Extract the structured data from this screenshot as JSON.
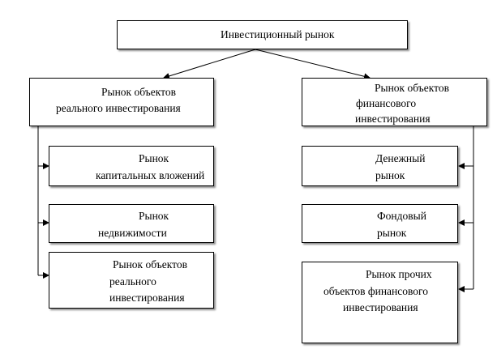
{
  "root": {
    "label": "Инвестиционный рынок"
  },
  "left": {
    "header": {
      "lines": [
        "Рынок объектов",
        "реального инвестирования"
      ]
    },
    "children": [
      {
        "lines": [
          "Рынок",
          "капитальных вложений"
        ]
      },
      {
        "lines": [
          "Рынок",
          "недвижимости"
        ]
      },
      {
        "lines": [
          "Рынок объектов",
          "реального",
          "инвестирования"
        ]
      }
    ]
  },
  "right": {
    "header": {
      "lines": [
        "Рынок объектов",
        "финансового",
        "инвестирования"
      ]
    },
    "children": [
      {
        "lines": [
          "Денежный",
          "рынок"
        ]
      },
      {
        "lines": [
          "Фондовый",
          "рынок"
        ]
      },
      {
        "lines": [
          "Рынок прочих",
          "объектов финансового",
          "инвестирования"
        ]
      }
    ]
  }
}
